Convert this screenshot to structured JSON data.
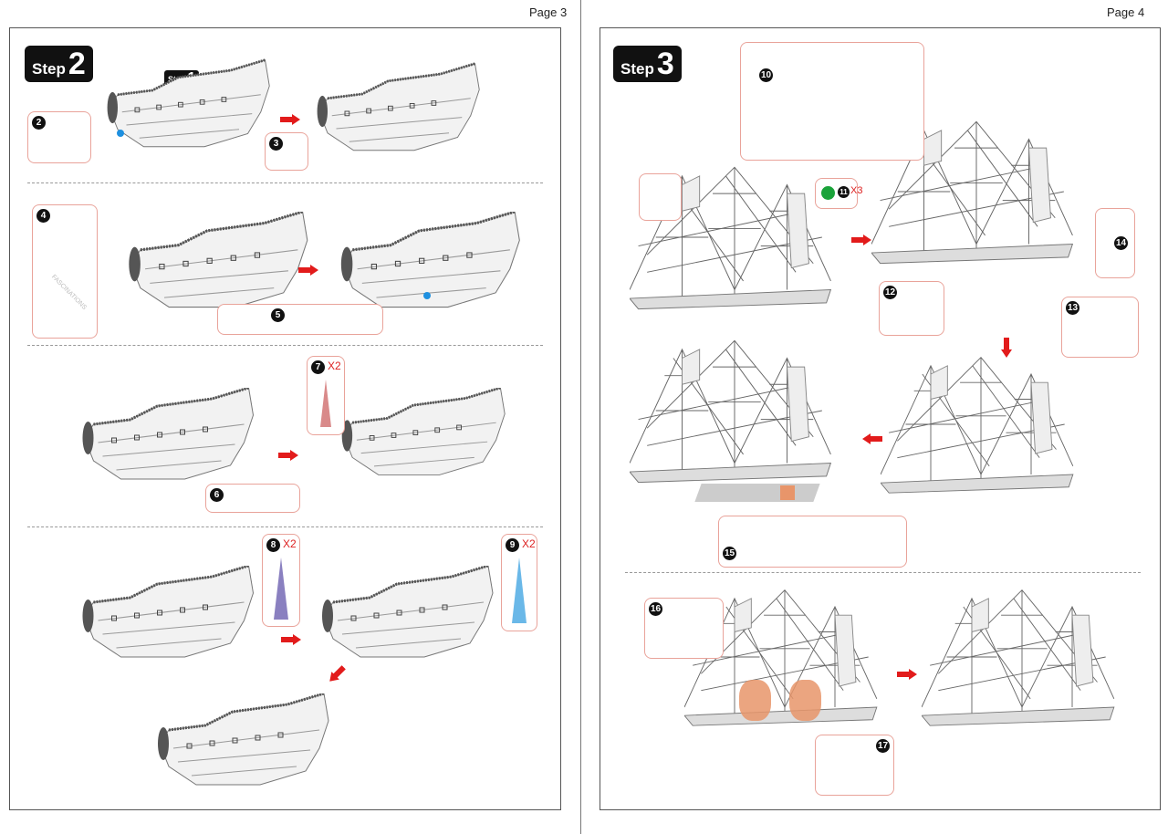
{
  "pages": [
    {
      "label": "Page 3"
    },
    {
      "label": "Page 4"
    }
  ],
  "step2": {
    "word": "Step",
    "num": "2"
  },
  "step1": {
    "word": "Step",
    "num": "1"
  },
  "step3": {
    "word": "Step",
    "num": "3"
  },
  "callouts": [
    {
      "num": "2",
      "qty": ""
    },
    {
      "num": "3",
      "qty": ""
    },
    {
      "num": "4",
      "qty": ""
    },
    {
      "num": "5",
      "qty": ""
    },
    {
      "num": "6",
      "qty": ""
    },
    {
      "num": "7",
      "qty": "X2"
    },
    {
      "num": "8",
      "qty": "X2"
    },
    {
      "num": "9",
      "qty": "X2"
    },
    {
      "num": "10",
      "qty": ""
    },
    {
      "num": "11",
      "qty": "X3"
    },
    {
      "num": "12",
      "qty": ""
    },
    {
      "num": "13",
      "qty": ""
    },
    {
      "num": "14",
      "qty": ""
    },
    {
      "num": "15",
      "qty": ""
    },
    {
      "num": "16",
      "qty": ""
    },
    {
      "num": "17",
      "qty": ""
    }
  ],
  "watermark": "FASCINATIONS",
  "colors": {
    "arrow": "#e21b1b",
    "callout": "#e9a39a",
    "marker_green": "#1aa33a",
    "marker_blue": "#1e90e0",
    "highlight": "#e8956a"
  }
}
